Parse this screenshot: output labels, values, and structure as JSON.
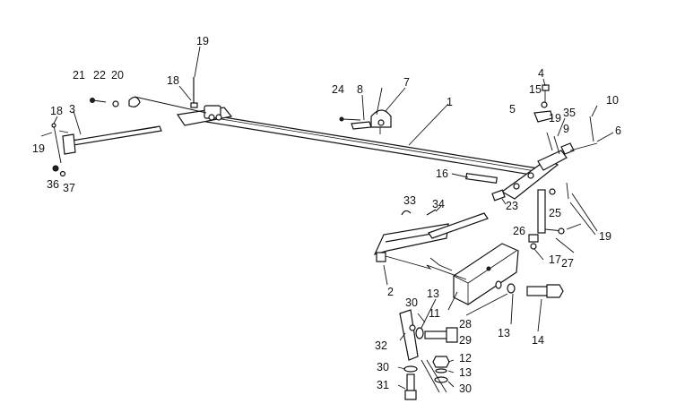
{
  "diagram": {
    "labels": [
      {
        "id": "l1",
        "text": "1"
      },
      {
        "id": "l2",
        "text": "2"
      },
      {
        "id": "l3",
        "text": "3"
      },
      {
        "id": "l4",
        "text": "4"
      },
      {
        "id": "l5",
        "text": "5"
      },
      {
        "id": "l6",
        "text": "6"
      },
      {
        "id": "l7",
        "text": "7"
      },
      {
        "id": "l8",
        "text": "8"
      },
      {
        "id": "l9",
        "text": "9"
      },
      {
        "id": "l10",
        "text": "10"
      },
      {
        "id": "l11",
        "text": "11"
      },
      {
        "id": "l12",
        "text": "12"
      },
      {
        "id": "l13a",
        "text": "13"
      },
      {
        "id": "l13b",
        "text": "13"
      },
      {
        "id": "l13c",
        "text": "13"
      },
      {
        "id": "l14",
        "text": "14"
      },
      {
        "id": "l15",
        "text": "15"
      },
      {
        "id": "l16",
        "text": "16"
      },
      {
        "id": "l17",
        "text": "17"
      },
      {
        "id": "l18a",
        "text": "18"
      },
      {
        "id": "l18b",
        "text": "18"
      },
      {
        "id": "l19a",
        "text": "19"
      },
      {
        "id": "l19b",
        "text": "19"
      },
      {
        "id": "l19c",
        "text": "19"
      },
      {
        "id": "l19d",
        "text": "19"
      },
      {
        "id": "l20",
        "text": "20"
      },
      {
        "id": "l21",
        "text": "21"
      },
      {
        "id": "l22",
        "text": "22"
      },
      {
        "id": "l23",
        "text": "23"
      },
      {
        "id": "l24",
        "text": "24"
      },
      {
        "id": "l25",
        "text": "25"
      },
      {
        "id": "l26",
        "text": "26"
      },
      {
        "id": "l27",
        "text": "27"
      },
      {
        "id": "l28",
        "text": "28"
      },
      {
        "id": "l29",
        "text": "29"
      },
      {
        "id": "l30a",
        "text": "30"
      },
      {
        "id": "l30b",
        "text": "30"
      },
      {
        "id": "l30c",
        "text": "30"
      },
      {
        "id": "l31",
        "text": "31"
      },
      {
        "id": "l32",
        "text": "32"
      },
      {
        "id": "l33",
        "text": "33"
      },
      {
        "id": "l34",
        "text": "34"
      },
      {
        "id": "l35",
        "text": "35"
      },
      {
        "id": "l36",
        "text": "36"
      },
      {
        "id": "l37",
        "text": "37"
      }
    ]
  }
}
